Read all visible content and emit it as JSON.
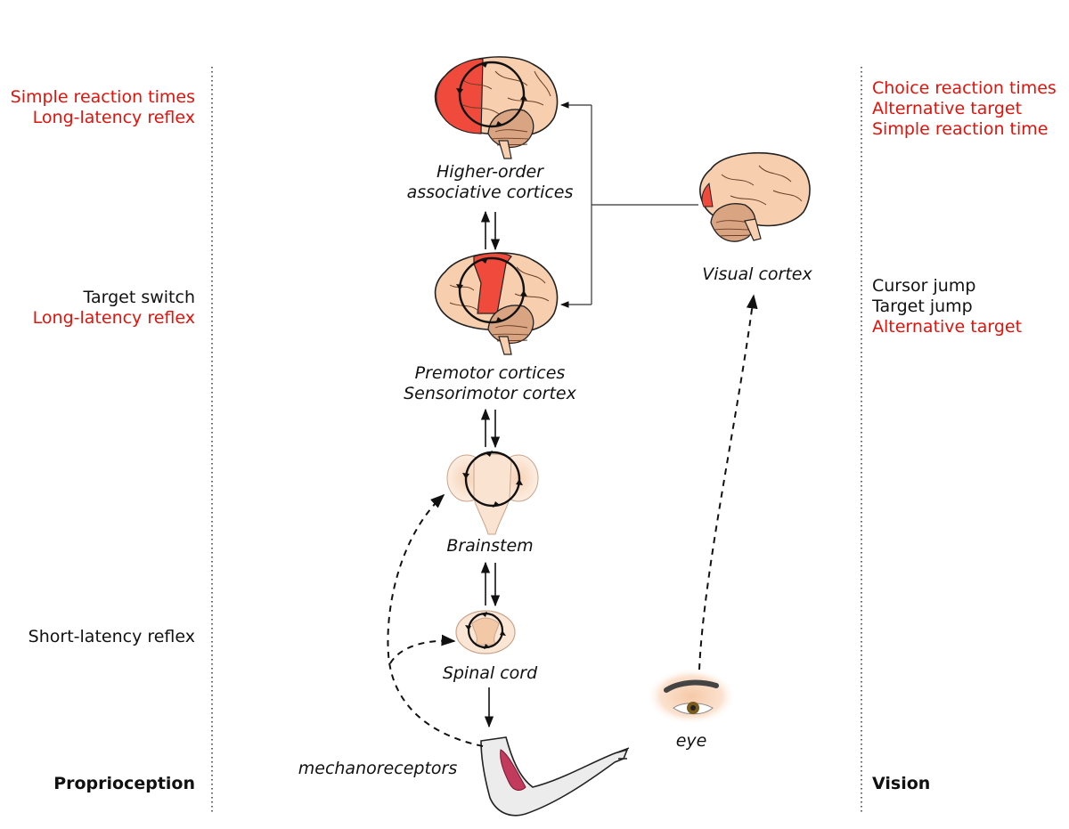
{
  "left_panel": {
    "top_items": [
      "Simple reaction times",
      "Long-latency reflex"
    ],
    "mid_items": [
      "Target switch",
      "Long-latency reflex"
    ],
    "low_item": "Short-latency reflex",
    "footer": "Proprioception"
  },
  "right_panel": {
    "top_items": [
      "Choice reaction times",
      "Alternative target",
      "Simple reaction time"
    ],
    "mid_items": [
      "Cursor jump",
      "Target jump",
      "Alternative target"
    ],
    "footer": "Vision"
  },
  "center": {
    "higher_order": [
      "Higher-order",
      "associative cortices"
    ],
    "premotor": [
      "Premotor cortices",
      "Sensorimotor cortex"
    ],
    "brainstem": "Brainstem",
    "spinal_cord": "Spinal cord",
    "visual_cortex": "Visual cortex",
    "eye": "eye",
    "mechanoreceptors": "mechanoreceptors"
  },
  "colors": {
    "accent_red": "#e3120b",
    "brain_skin": "#f7cfae",
    "cerebellum": "#d9a482",
    "highlight": "#ef4a3b",
    "arm": "#ececec",
    "muscle": "#c23a5c"
  },
  "icons": [
    "brain-icon",
    "brainstem-icon",
    "spinal-cord-icon",
    "eye-icon",
    "arm-icon",
    "muscle-icon"
  ]
}
